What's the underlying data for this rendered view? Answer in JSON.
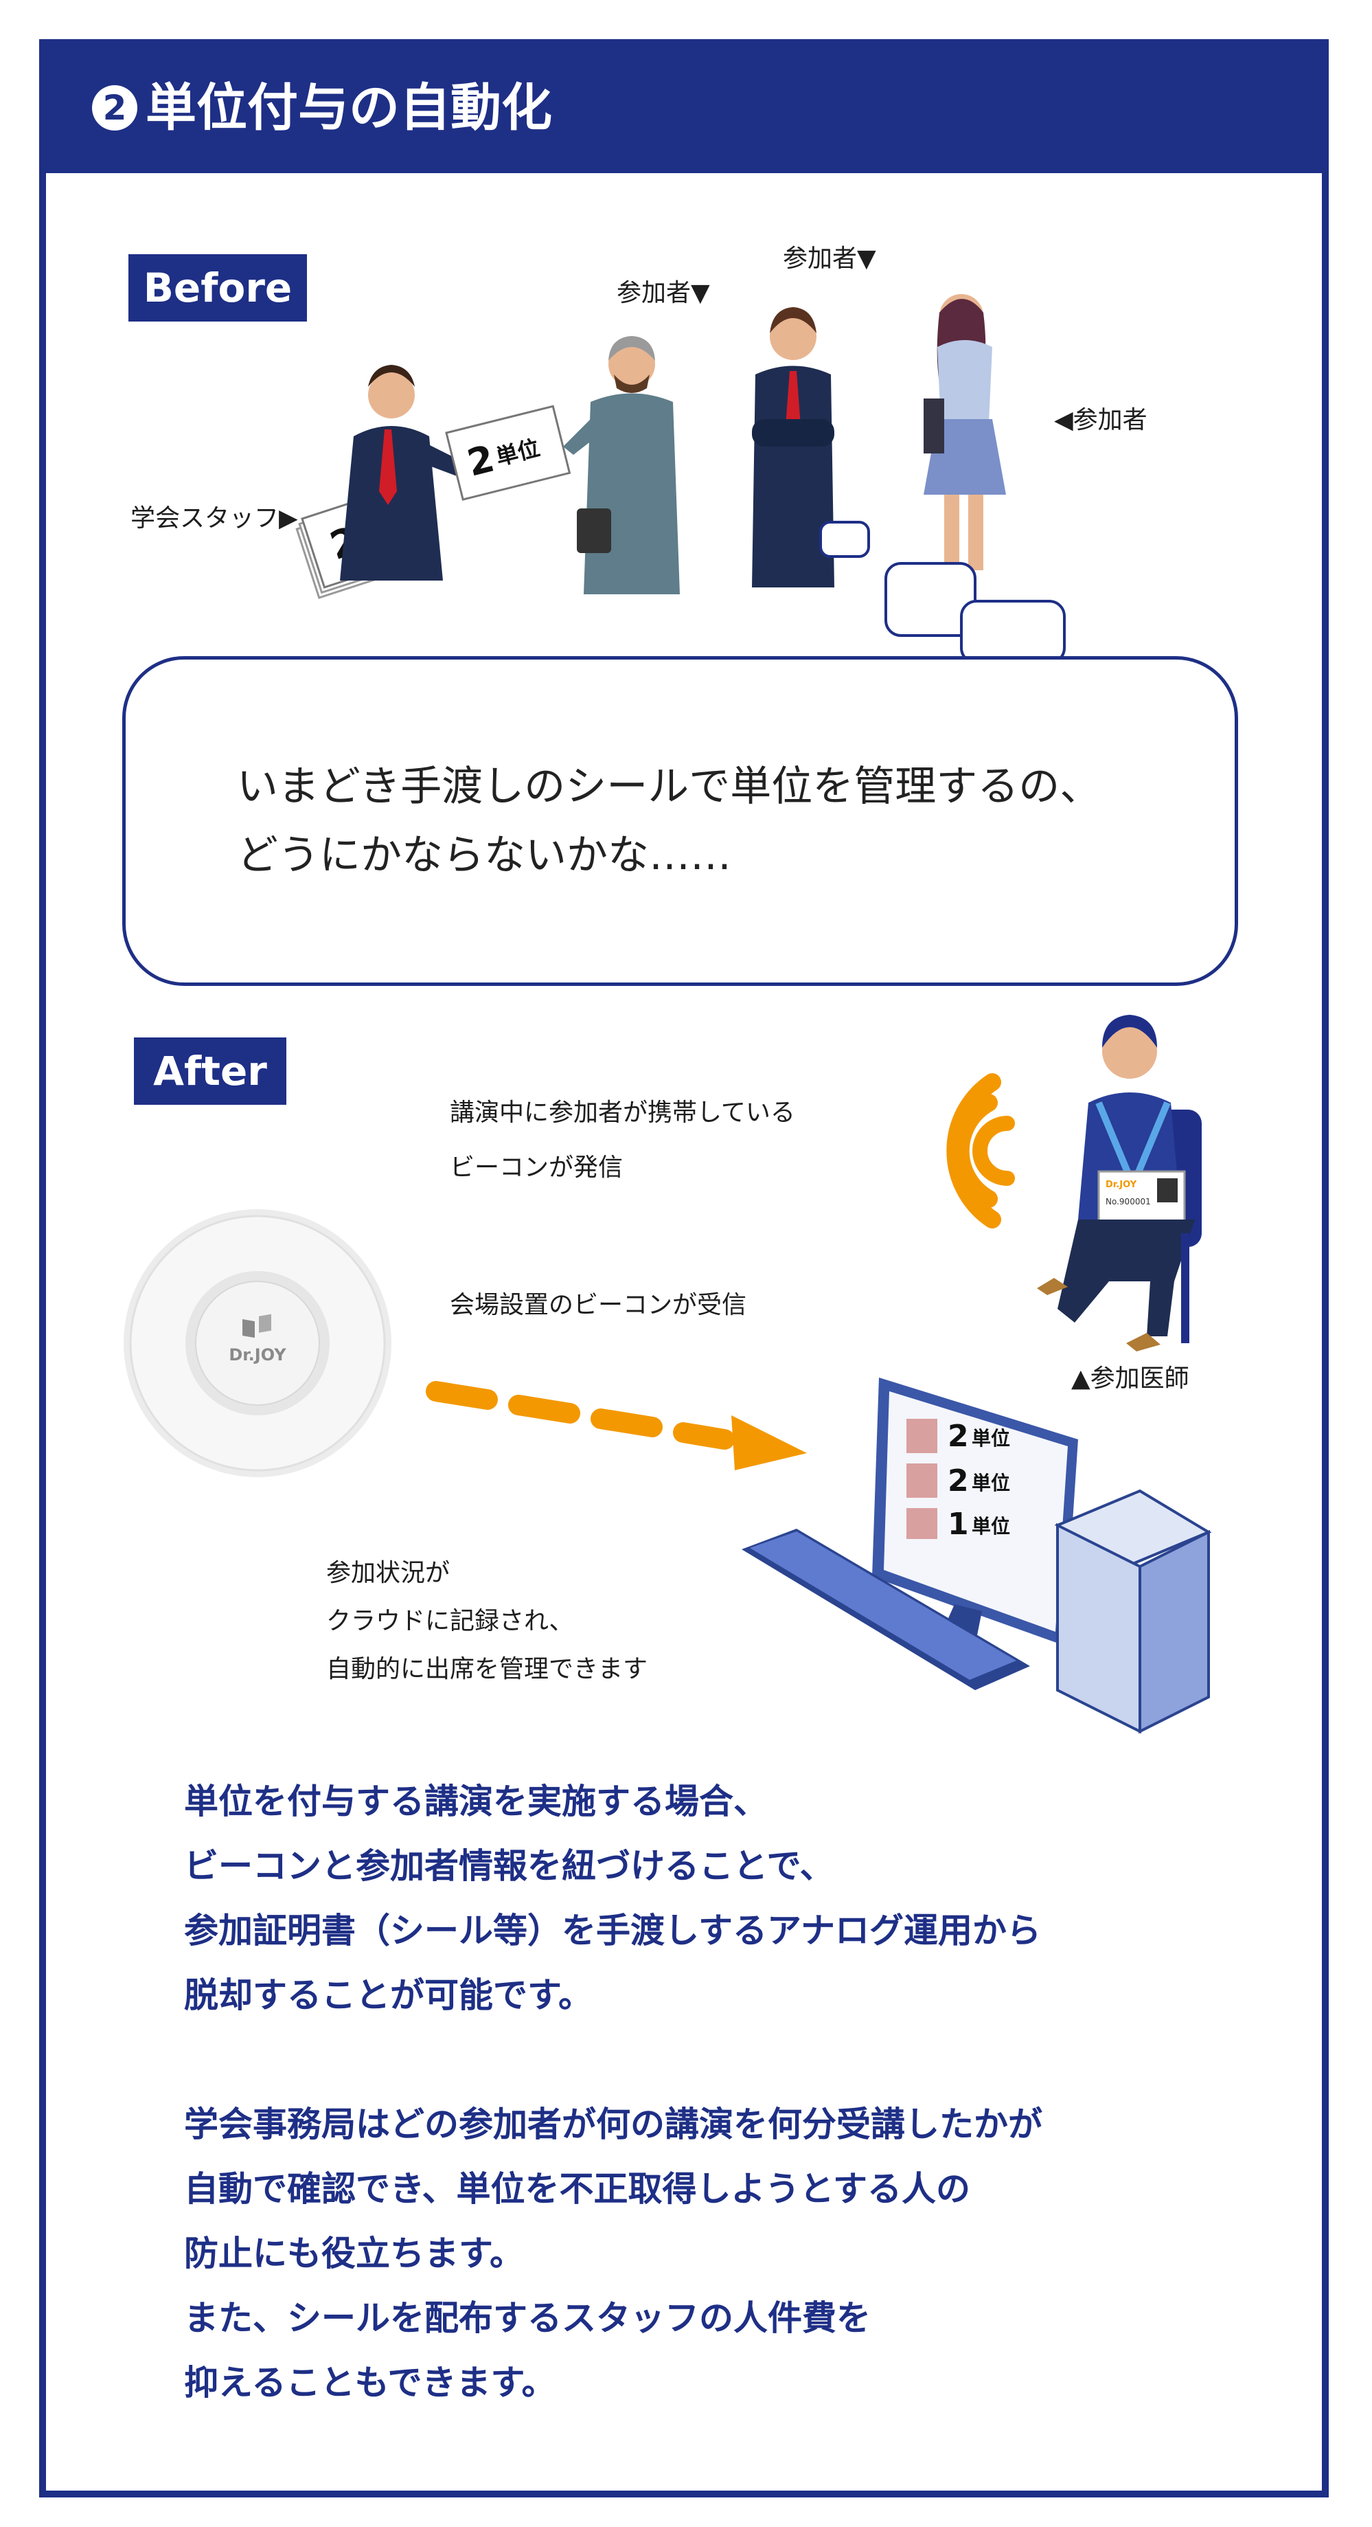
{
  "header": {
    "number": "2",
    "title": "単位付与の自動化"
  },
  "before": {
    "badge": "Before",
    "labels": {
      "staff": "学会スタッフ▶",
      "participant1": "参加者▼",
      "participant2": "参加者▼",
      "participant3": "◀参加者"
    },
    "sticker_text": "2単位",
    "sticker_num": "2",
    "sticker_unit": "単位"
  },
  "speech_bubble": {
    "lines": [
      "いまどき手渡しのシールで単位を管理するの、",
      "どうにかならないかな……"
    ]
  },
  "after": {
    "badge": "After",
    "beacon_send": [
      "講演中に参加者が携帯している",
      "ビーコンが発信"
    ],
    "beacon_receive": "会場設置のビーコンが受信",
    "doctor_label": "▲参加医師",
    "cloud_record": [
      "参加状況が",
      "クラウドに記録され、",
      "自動的に出席を管理できます"
    ],
    "beacon_brand": "Dr.JOY",
    "badge_brand": "Dr.JOY",
    "badge_id": "No.900001",
    "screen_rows": [
      {
        "num": "2",
        "unit": "単位"
      },
      {
        "num": "2",
        "unit": "単位"
      },
      {
        "num": "1",
        "unit": "単位"
      }
    ]
  },
  "description": {
    "para1": [
      "単位を付与する講演を実施する場合、",
      "ビーコンと参加者情報を紐づけることで、",
      "参加証明書（シール等）を手渡しするアナログ運用から",
      "脱却することが可能です。"
    ],
    "para2": [
      "学会事務局はどの参加者が何の講演を何分受講したかが",
      "自動で確認でき、単位を不正取得しようとする人の",
      "防止にも役立ちます。",
      "また、シールを配布するスタッフの人件費を",
      "抑えることもできます。"
    ]
  },
  "colors": {
    "navy": "#1e2f86",
    "orange": "#f39800",
    "text": "#1e1e1e"
  }
}
